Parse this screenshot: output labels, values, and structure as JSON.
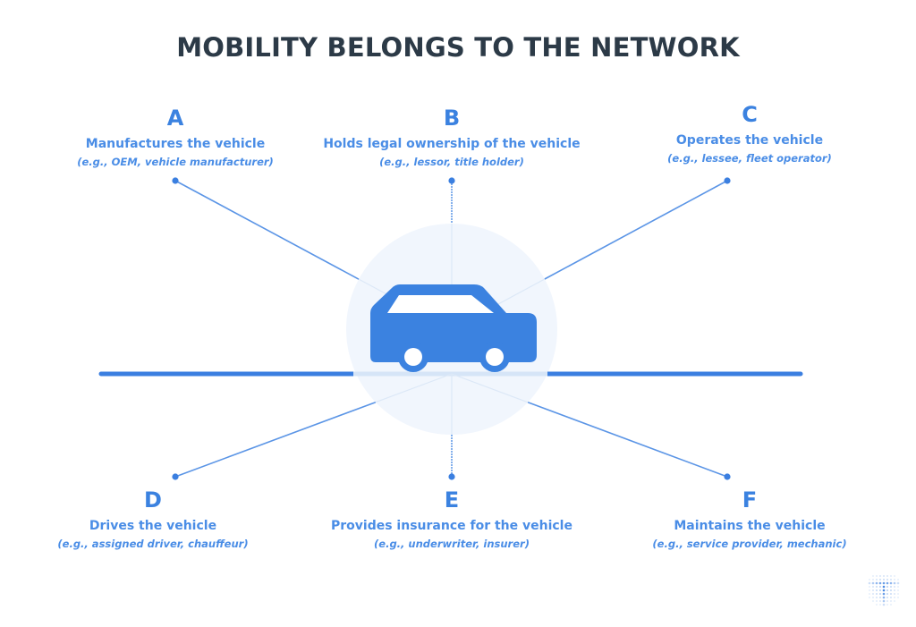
{
  "title": "MOBILITY BELONGS TO THE NETWORK",
  "center": {
    "icon": "car-icon"
  },
  "nodes": [
    {
      "letter": "A",
      "role": "Manufactures the vehicle",
      "examples": "(e.g., OEM, vehicle manufacturer)"
    },
    {
      "letter": "B",
      "role": "Holds legal ownership of the vehicle",
      "examples": "(e.g., lessor, title holder)"
    },
    {
      "letter": "C",
      "role": "Operates the vehicle",
      "examples": "(e.g., lessee, fleet operator)"
    },
    {
      "letter": "D",
      "role": "Drives the vehicle",
      "examples": "(e.g., assigned driver, chauffeur)"
    },
    {
      "letter": "E",
      "role": "Provides insurance for the vehicle",
      "examples": "(e.g., underwriter, insurer)"
    },
    {
      "letter": "F",
      "role": "Maintains the vehicle",
      "examples": "(e.g., service provider, mechanic)"
    }
  ],
  "colors": {
    "accent": "#3b82e0",
    "title": "#2c3a47",
    "halo": "#f1f6fd"
  },
  "logo": {
    "icon": "dot-grid-logo-icon"
  }
}
